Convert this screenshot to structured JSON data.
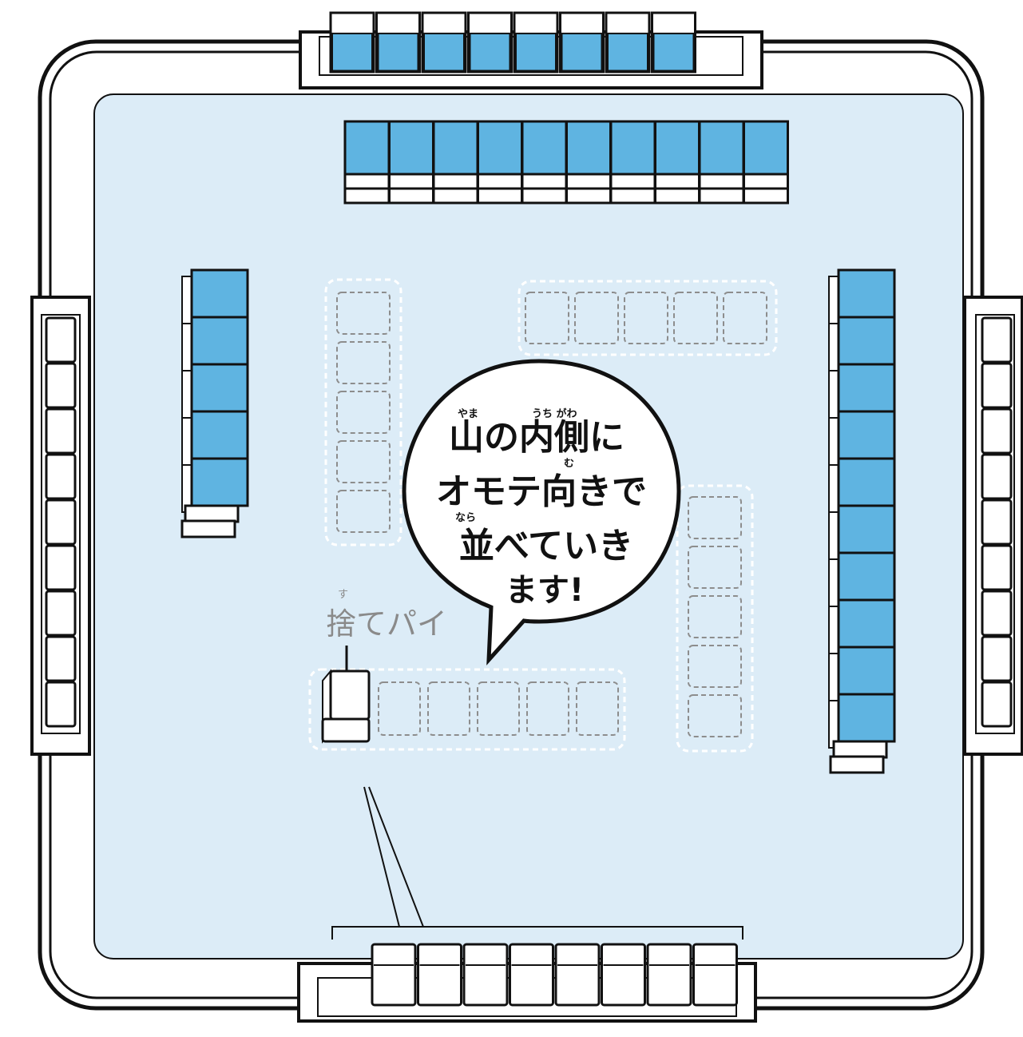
{
  "colors": {
    "felt": "#dcecf7",
    "tile_face": "#5fb4e1",
    "tile_side": "#ffffff",
    "outline": "#111111",
    "dashed": "#8d8d8d",
    "discard_label": "#8a8a8a"
  },
  "callout": {
    "line1": "山の内側に",
    "line2": "オモテ向きで",
    "line3": "並べていき",
    "line4": "ます!",
    "ruby_yama": "やま",
    "ruby_uchigawa": "うち がわ",
    "ruby_mu": "む",
    "ruby_nara": "なら"
  },
  "discard_label": {
    "text": "捨てパイ",
    "ruby": "す"
  },
  "tile_counts": {
    "top_hand": 8,
    "top_wall": 10,
    "left_wall": 5,
    "right_wall": 10,
    "left_hand": 9,
    "right_hand": 9,
    "bottom_hand": 8,
    "top_discard_slots": 5,
    "left_discard_slots": 5,
    "right_discard_slots": 5,
    "bottom_discard_empty_slots": 5
  }
}
